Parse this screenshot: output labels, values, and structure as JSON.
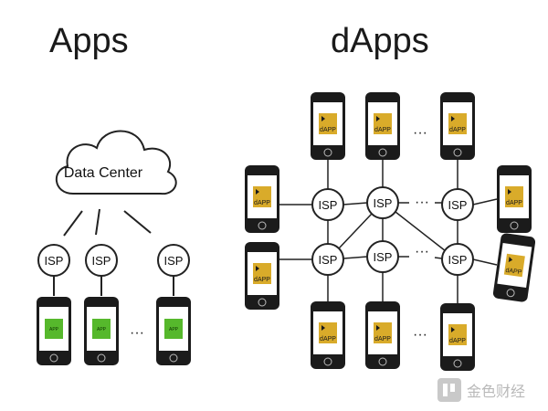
{
  "apps_title": "Apps",
  "dapps_title": "dApps",
  "data_center_label": "Data Center",
  "isp_label": "ISP",
  "app_label": "APP",
  "dapp_label": "dAPP",
  "ellipsis": "···",
  "watermark_text": "金色财经",
  "colors": {
    "phone_body": "#1b1b1b",
    "app_tile": "#56b82c",
    "dapp_tile": "#d9ab2a",
    "lines": "#222222"
  }
}
